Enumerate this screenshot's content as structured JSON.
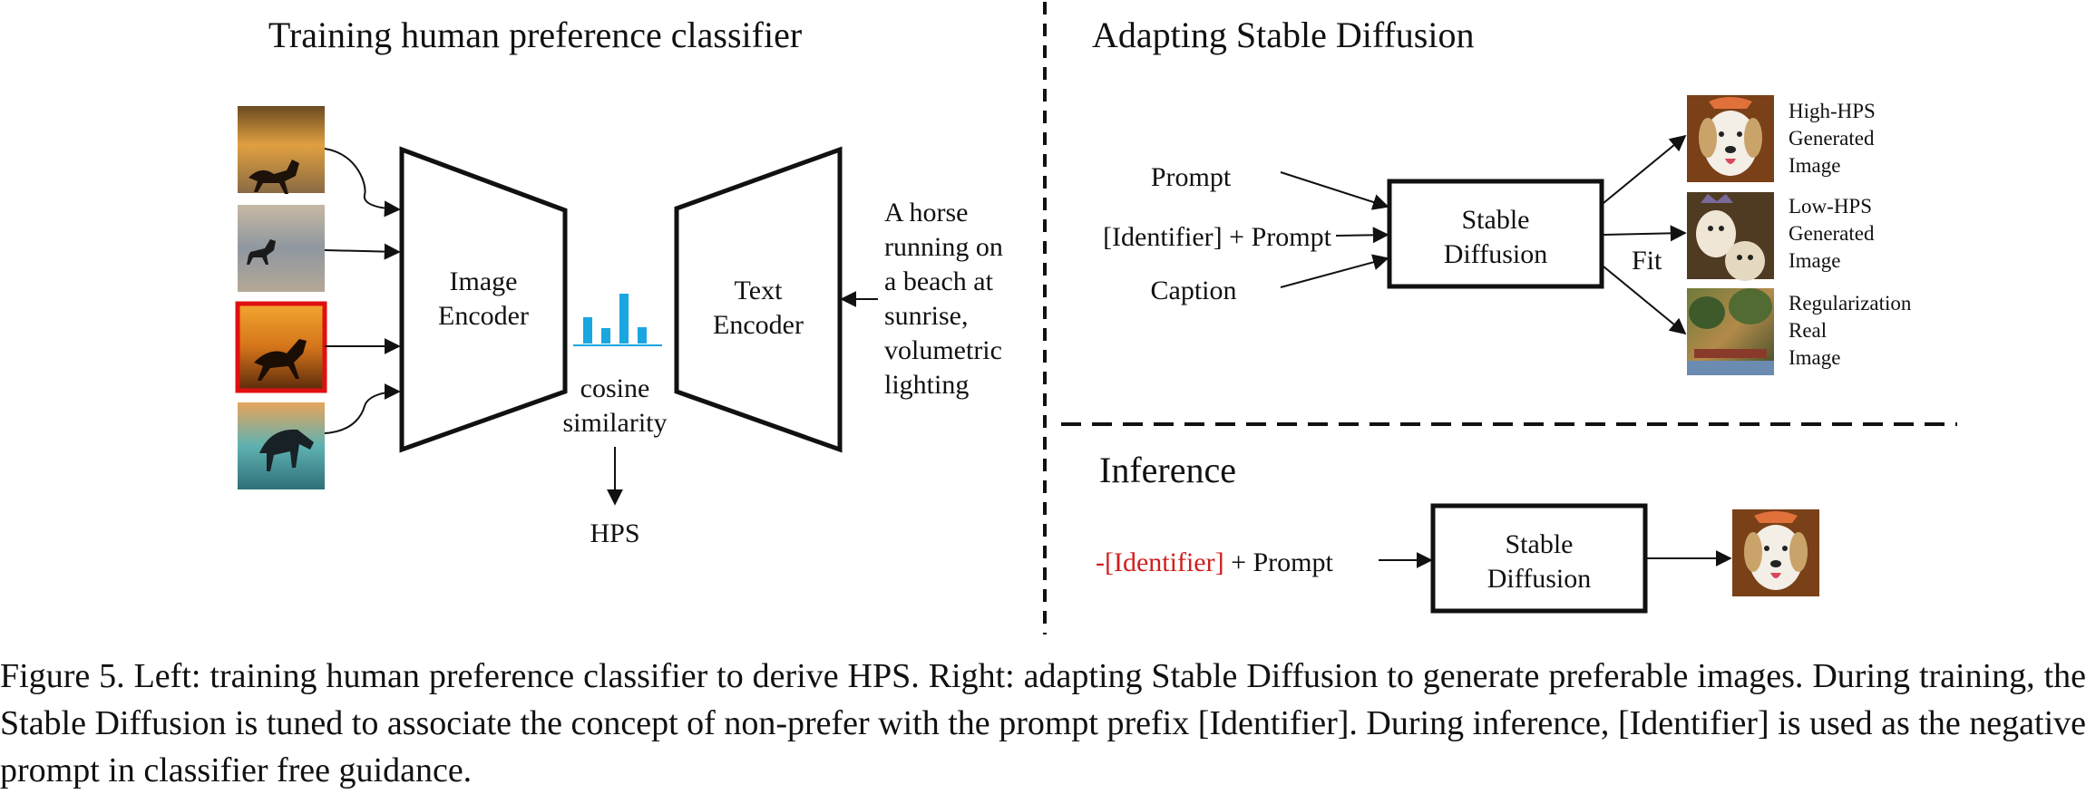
{
  "left": {
    "title": "Training human preference classifier",
    "image_encoder": [
      "Image",
      "Encoder"
    ],
    "text_encoder": [
      "Text",
      "Encoder"
    ],
    "similarity": [
      "cosine",
      "similarity"
    ],
    "hps": "HPS",
    "prompt_lines": [
      "A horse",
      "running on",
      "a beach at",
      "sunrise,",
      "volumetric",
      "lighting"
    ],
    "colors": {
      "bars": "#1aa6e0",
      "highlight": "#e01010"
    }
  },
  "right_top": {
    "title": "Adapting Stable Diffusion",
    "inputs": [
      "Prompt",
      "[Identifier] + Prompt",
      "Caption"
    ],
    "model": [
      "Stable",
      "Diffusion"
    ],
    "fit": "Fit",
    "outputs": [
      [
        "High-HPS",
        "Generated",
        "Image"
      ],
      [
        "Low-HPS",
        "Generated",
        "Image"
      ],
      [
        "Regularization",
        "Real",
        "Image"
      ]
    ]
  },
  "right_bottom": {
    "title": "Inference",
    "prefix": "-[Identifier]",
    "rest": " + Prompt",
    "model": [
      "Stable",
      "Diffusion"
    ],
    "colors": {
      "prefix": "#d11e1e"
    }
  },
  "caption": "Figure 5. Left: training human preference classifier to derive HPS. Right: adapting Stable Diffusion to generate preferable images. During training, the Stable Diffusion is tuned to associate the concept of non-prefer with the prompt prefix [Identifier]. During inference, [Identifier] is used as the negative prompt in classifier free guidance."
}
